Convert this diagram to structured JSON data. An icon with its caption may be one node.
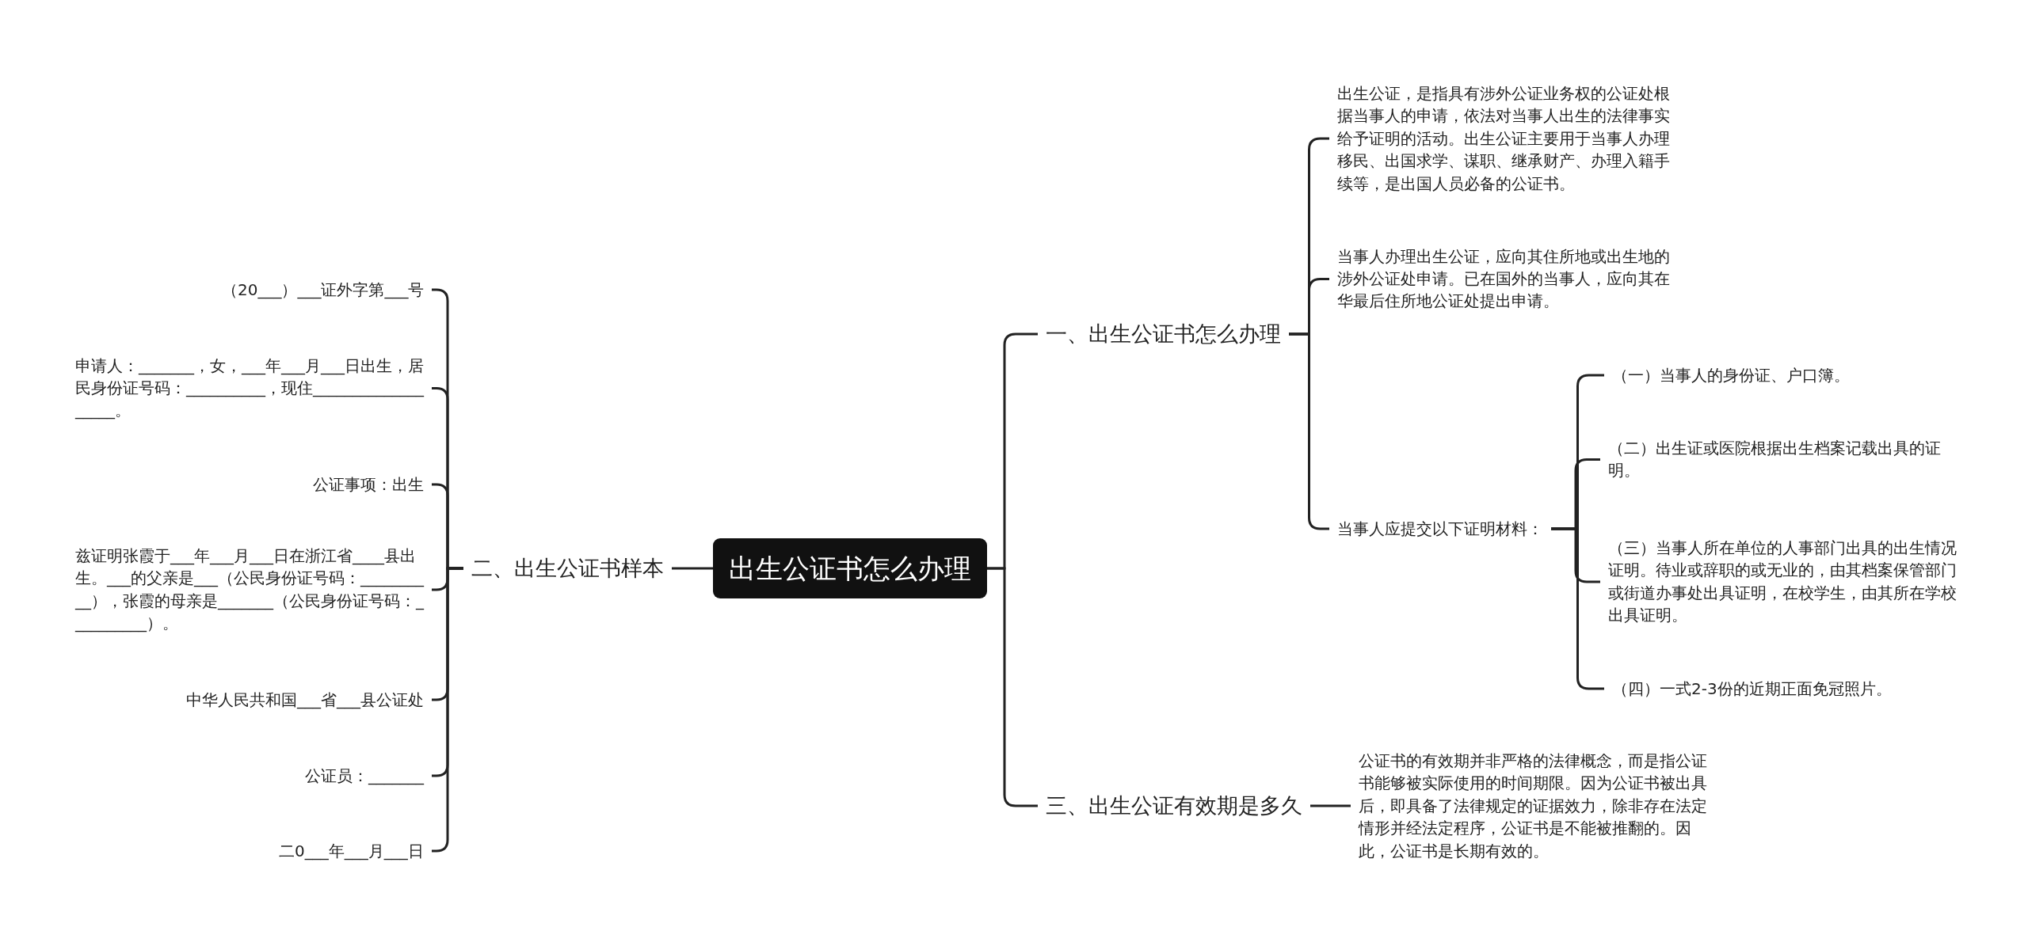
{
  "diagram": {
    "nodes": [
      {
        "text": [
          "出生公证书怎么办理"
        ]
      },
      {
        "text": [
          "一、出生公证书怎么办理"
        ]
      },
      {
        "text": [
          "出生公证，是指具有涉外公证业务权的公证处根据当事人的申请，依法对当事人出生的法律事实给予证明的活动。出生公证主要用于当事人办理移民、出国求学、谋职、继承财产、办理入籍手续等，是出国人员必备的公证书。"
        ]
      },
      {
        "text": [
          "当事人办理出生公证，应向其住所地或出生地的涉外公证处申请。已在国外的当事人，应向其在华最后住所地公证处提出申请。"
        ]
      },
      {
        "text": [
          "当事人应提交以下证明材料："
        ]
      },
      {
        "text": [
          "（一）当事人的身份证、户口簿。"
        ]
      },
      {
        "text": [
          "（二）出生证或医院根据出生档案记载出具的证明。"
        ]
      },
      {
        "text": [
          "（三）当事人所在单位的人事部门出具的出生情况证明。待业或辞职的或无业的，由其档案保管部门或街道办事处出具证明，在校学生，由其所在学校出具证明。"
        ]
      },
      {
        "text": [
          "（四）一式2-3份的近期正面免冠照片。"
        ]
      },
      {
        "text": [
          "二、出生公证书样本"
        ]
      },
      {
        "text": [
          "（20___）___证外字第___号"
        ]
      },
      {
        "text": [
          "申请人：_______，女，___年___月___日出生，居民身份证号码：__________，现住___________________。"
        ]
      },
      {
        "text": [
          "公证事项：出生"
        ]
      },
      {
        "text": [
          "兹证明张霞于___年___月___日在浙江省____县出生。___的父亲是___（公民身份证号码：__________），张霞的母亲是_______（公民身份证号码：__________）。"
        ]
      },
      {
        "text": [
          "中华人民共和国___省___县公证处"
        ]
      },
      {
        "text": [
          "公证员：_______"
        ]
      },
      {
        "text": [
          "二0___年___月___日"
        ]
      },
      {
        "text": [
          "三、出生公证有效期是多久"
        ]
      },
      {
        "text": [
          "公证书的有效期并非严格的法律概念，而是指公证书能够被实际使用的时间期限。因为公证书被出具后，即具备了法律规定的证据效力，除非存在法定情形并经法定程序，公证书是不能被推翻的。因此，公证书是长期有效的。"
        ]
      }
    ],
    "edges": [
      {
        "from": 0,
        "to": 1,
        "arrow": "none"
      },
      {
        "from": 1,
        "to": 2,
        "arrow": "none"
      },
      {
        "from": 1,
        "to": 3,
        "arrow": "none"
      },
      {
        "from": 1,
        "to": 4,
        "arrow": "none"
      },
      {
        "from": 4,
        "to": 5,
        "arrow": "none"
      },
      {
        "from": 4,
        "to": 6,
        "arrow": "none"
      },
      {
        "from": 4,
        "to": 7,
        "arrow": "none"
      },
      {
        "from": 4,
        "to": 8,
        "arrow": "none"
      },
      {
        "from": 0,
        "to": 9,
        "arrow": "none"
      },
      {
        "from": 9,
        "to": 10,
        "arrow": "none"
      },
      {
        "from": 9,
        "to": 11,
        "arrow": "none"
      },
      {
        "from": 9,
        "to": 12,
        "arrow": "none"
      },
      {
        "from": 9,
        "to": 13,
        "arrow": "none"
      },
      {
        "from": 9,
        "to": 14,
        "arrow": "none"
      },
      {
        "from": 9,
        "to": 15,
        "arrow": "none"
      },
      {
        "from": 9,
        "to": 16,
        "arrow": "none"
      },
      {
        "from": 0,
        "to": 17,
        "arrow": "none"
      },
      {
        "from": 17,
        "to": 18,
        "arrow": "none"
      }
    ]
  }
}
